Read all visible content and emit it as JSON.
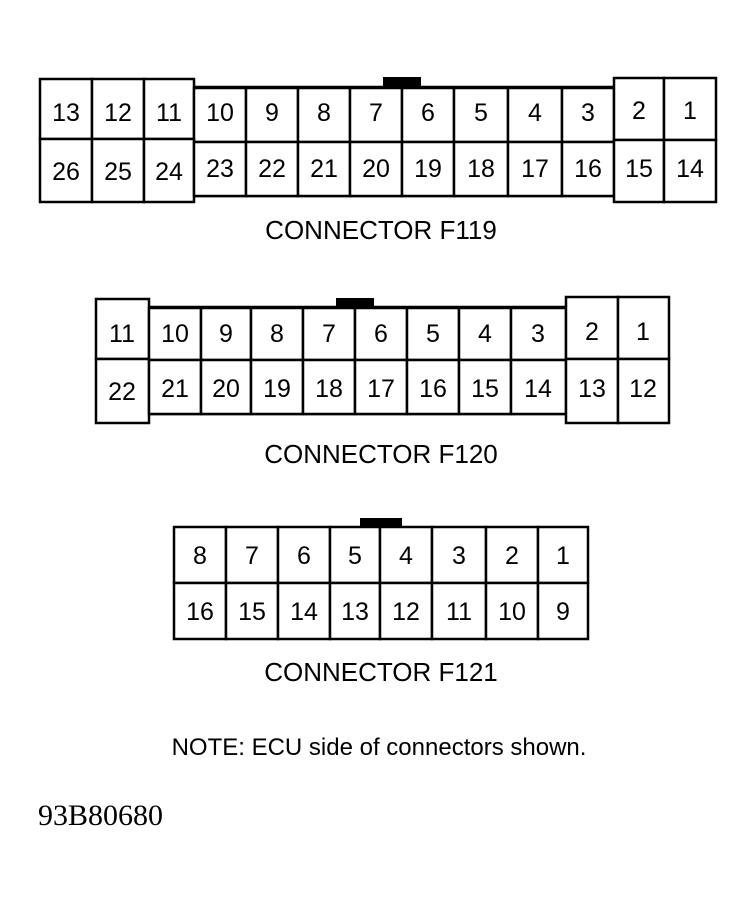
{
  "connectors": [
    {
      "caption": "CONNECTOR F119",
      "top_row": [
        "13",
        "12",
        "11",
        "10",
        "9",
        "8",
        "7",
        "6",
        "5",
        "4",
        "3",
        "2",
        "1"
      ],
      "bottom_row": [
        "26",
        "25",
        "24",
        "23",
        "22",
        "21",
        "20",
        "19",
        "18",
        "17",
        "16",
        "15",
        "14"
      ]
    },
    {
      "caption": "CONNECTOR F120",
      "top_row": [
        "11",
        "10",
        "9",
        "8",
        "7",
        "6",
        "5",
        "4",
        "3",
        "2",
        "1"
      ],
      "bottom_row": [
        "22",
        "21",
        "20",
        "19",
        "18",
        "17",
        "16",
        "15",
        "14",
        "13",
        "12"
      ]
    },
    {
      "caption": "CONNECTOR F121",
      "top_row": [
        "8",
        "7",
        "6",
        "5",
        "4",
        "3",
        "2",
        "1"
      ],
      "bottom_row": [
        "16",
        "15",
        "14",
        "13",
        "12",
        "11",
        "10",
        "9"
      ]
    }
  ],
  "note": "NOTE: ECU side of connectors shown.",
  "figure_id": "93B80680",
  "colors": {
    "line": "#000000",
    "background": "#ffffff"
  }
}
